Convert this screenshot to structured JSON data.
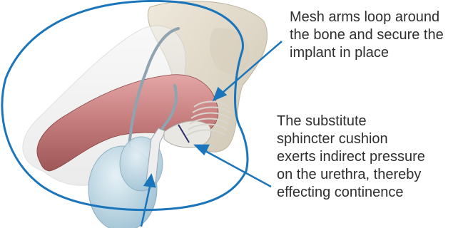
{
  "callouts": {
    "mesh_arms": "Mesh arms loop around\nthe bone and secure the\nimplant in place",
    "cushion": "The substitute\nsphincter cushion\nexerts indirect pressure\non the urethra, thereby\neffecting continence"
  },
  "colors": {
    "frame_outline": "#1b75bb",
    "arrow": "#1b75bb",
    "shaft": "#c98080",
    "bone": "#e3dccd",
    "reservoir": "#b6d4e2",
    "mesh_band": "#f2f0ec"
  },
  "icons": [
    "anatomy-illustration",
    "pointer-arrow"
  ]
}
